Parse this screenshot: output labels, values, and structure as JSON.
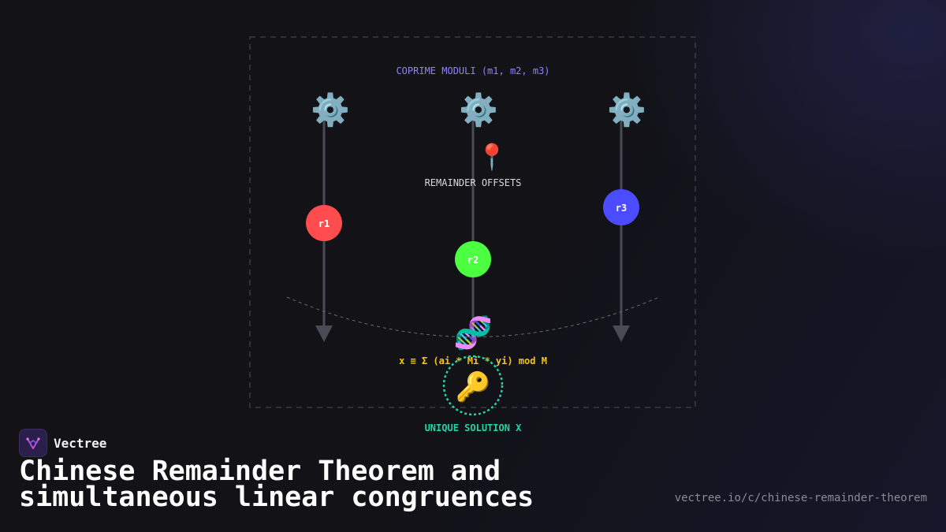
{
  "diagram": {
    "header_label": "COPRIME MODULI (m1, m2, m3)",
    "offsets_label": "REMAINDER OFFSETS",
    "formula": "x ≡ Σ (ai * Mi * yi) mod M",
    "solution_label": "UNIQUE SOLUTION X",
    "moduli": [
      {
        "icon": "gear-icon",
        "glyph": "⚙️"
      },
      {
        "icon": "gear-icon",
        "glyph": "⚙️"
      },
      {
        "icon": "gear-icon",
        "glyph": "⚙️"
      }
    ],
    "remainders": [
      {
        "label": "r1",
        "color": "#ff4d4f"
      },
      {
        "label": "r2",
        "color": "#4cff40"
      },
      {
        "label": "r3",
        "color": "#4b4bff"
      }
    ],
    "pin_glyph": "📍",
    "dna_glyph": "🧬",
    "key_glyph": "🔑",
    "colors": {
      "accent_purple": "#8b84ff",
      "formula_yellow": "#f5c518",
      "solution_teal": "#22d3a8",
      "axis_gray": "#4a4a55"
    }
  },
  "footer": {
    "brand_name": "Vectree",
    "title": "Chinese Remainder Theorem and\nsimultaneous linear congruences",
    "url": "vectree.io/c/chinese-remainder-theorem"
  }
}
